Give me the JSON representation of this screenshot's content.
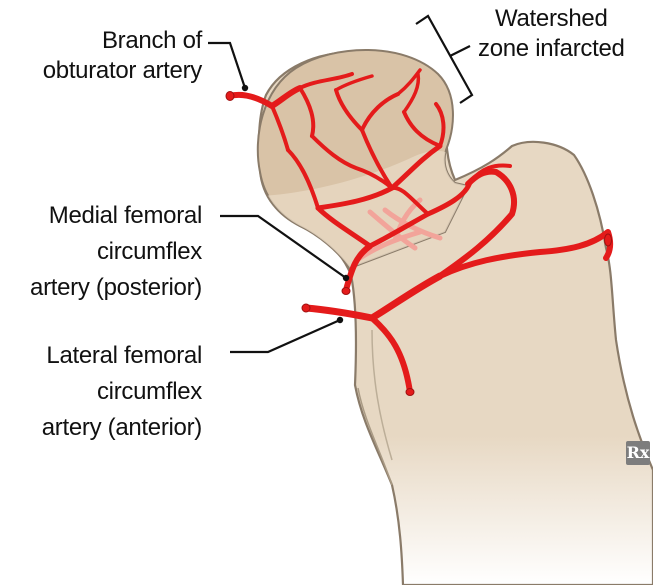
{
  "labels": {
    "branch": [
      "Branch of",
      "obturator artery"
    ],
    "watershed": [
      "Watershed",
      "zone infarcted"
    ],
    "medial": [
      "Medial femoral",
      "circumflex",
      "artery (posterior)"
    ],
    "lateral": [
      "Lateral femoral",
      "circumflex",
      "artery (anterior)"
    ]
  },
  "logo": {
    "text": "Rx"
  },
  "colors": {
    "bone": "#e7d8c3",
    "bone_outline": "#8a7b69",
    "femoral_head": "#d9c3a7",
    "artery": "#e41b1b",
    "faded_artery": "#f2a49a",
    "line": "#111111"
  }
}
